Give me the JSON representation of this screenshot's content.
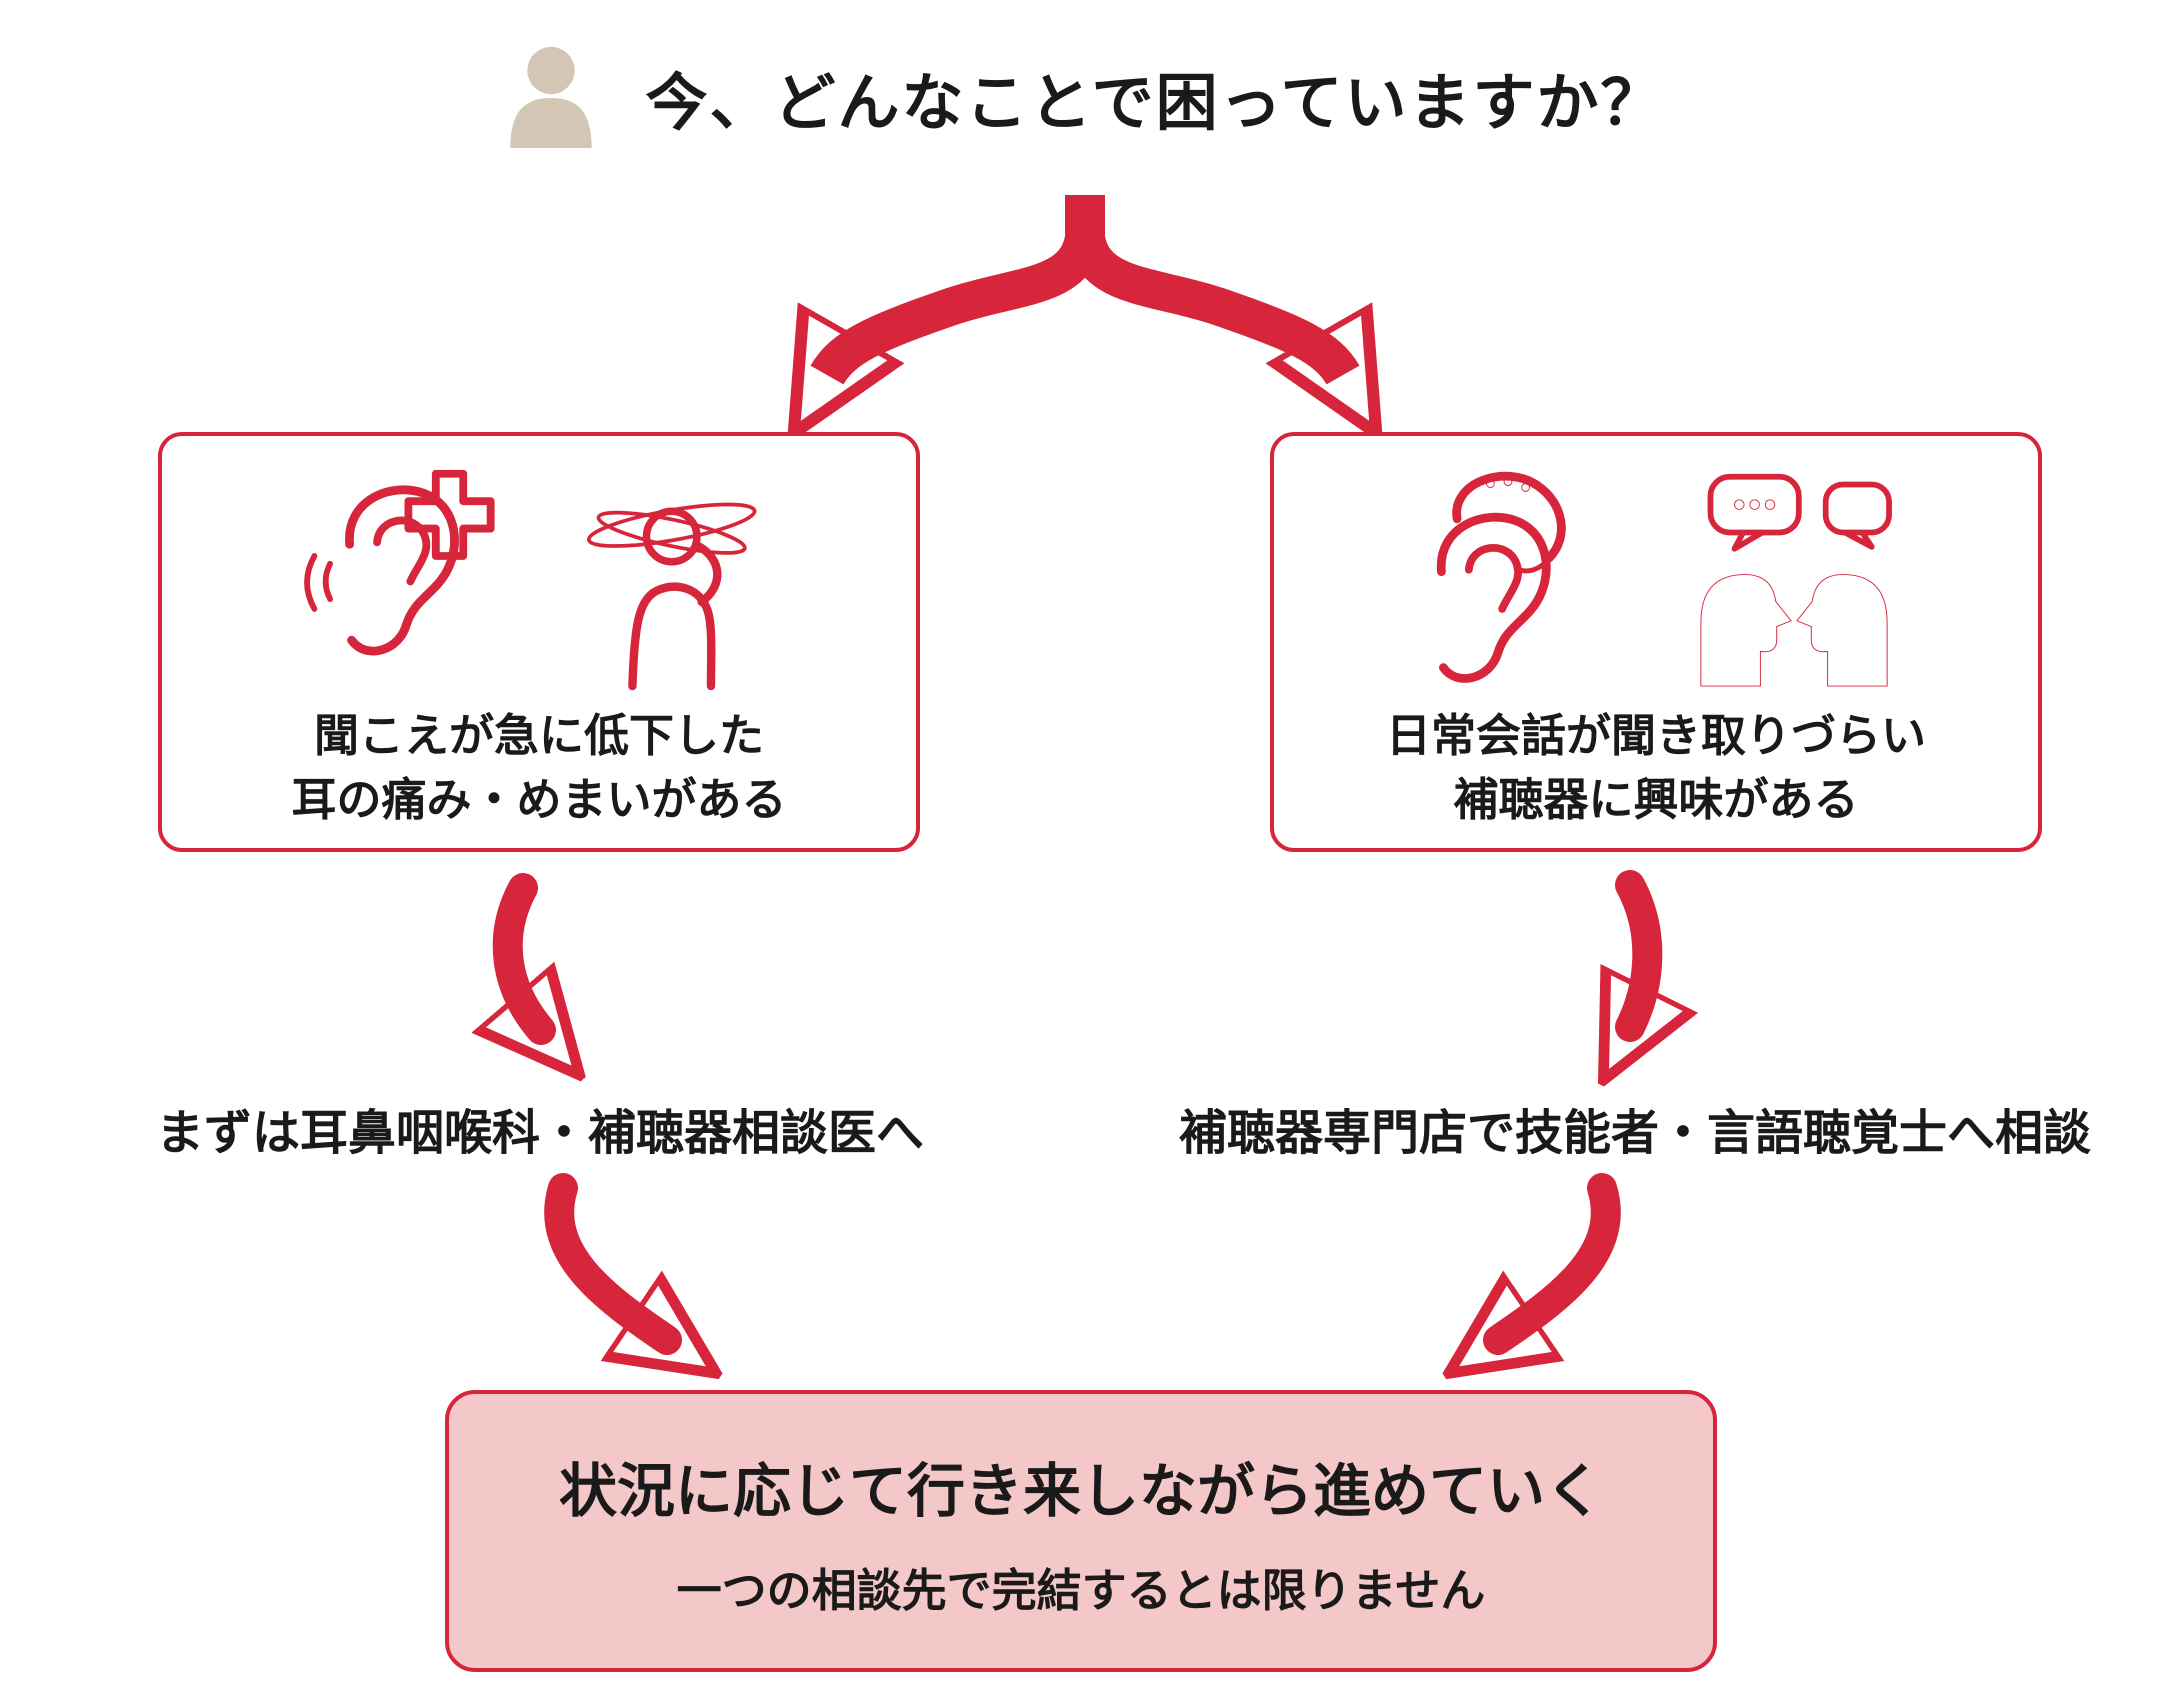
{
  "colors": {
    "accent_red": "#d7263b",
    "summary_pink": "#f4c7c9",
    "person_beige": "#d3c6b5",
    "text": "#1a1a1a"
  },
  "header": {
    "title": "今、どんなことで困っていますか？",
    "icon": "person-icon"
  },
  "branches": {
    "left": {
      "icons": [
        "ear-medical-icon",
        "dizzy-person-icon"
      ],
      "lines": [
        "聞こえが急に低下した",
        "耳の痛み・めまいがある"
      ],
      "action": "まずは耳鼻咽喉科・補聴器相談医へ"
    },
    "right": {
      "icons": [
        "hearing-aid-ear-icon",
        "conversation-icon"
      ],
      "lines": [
        "日常会話が聞き取りづらい",
        "補聴器に興味がある"
      ],
      "action": "補聴器専門店で技能者・言語聴覚士へ相談"
    }
  },
  "footer": {
    "title": "状況に応じて行き来しながら進めていく",
    "subtitle": "一つの相談先で完結するとは限りません"
  }
}
